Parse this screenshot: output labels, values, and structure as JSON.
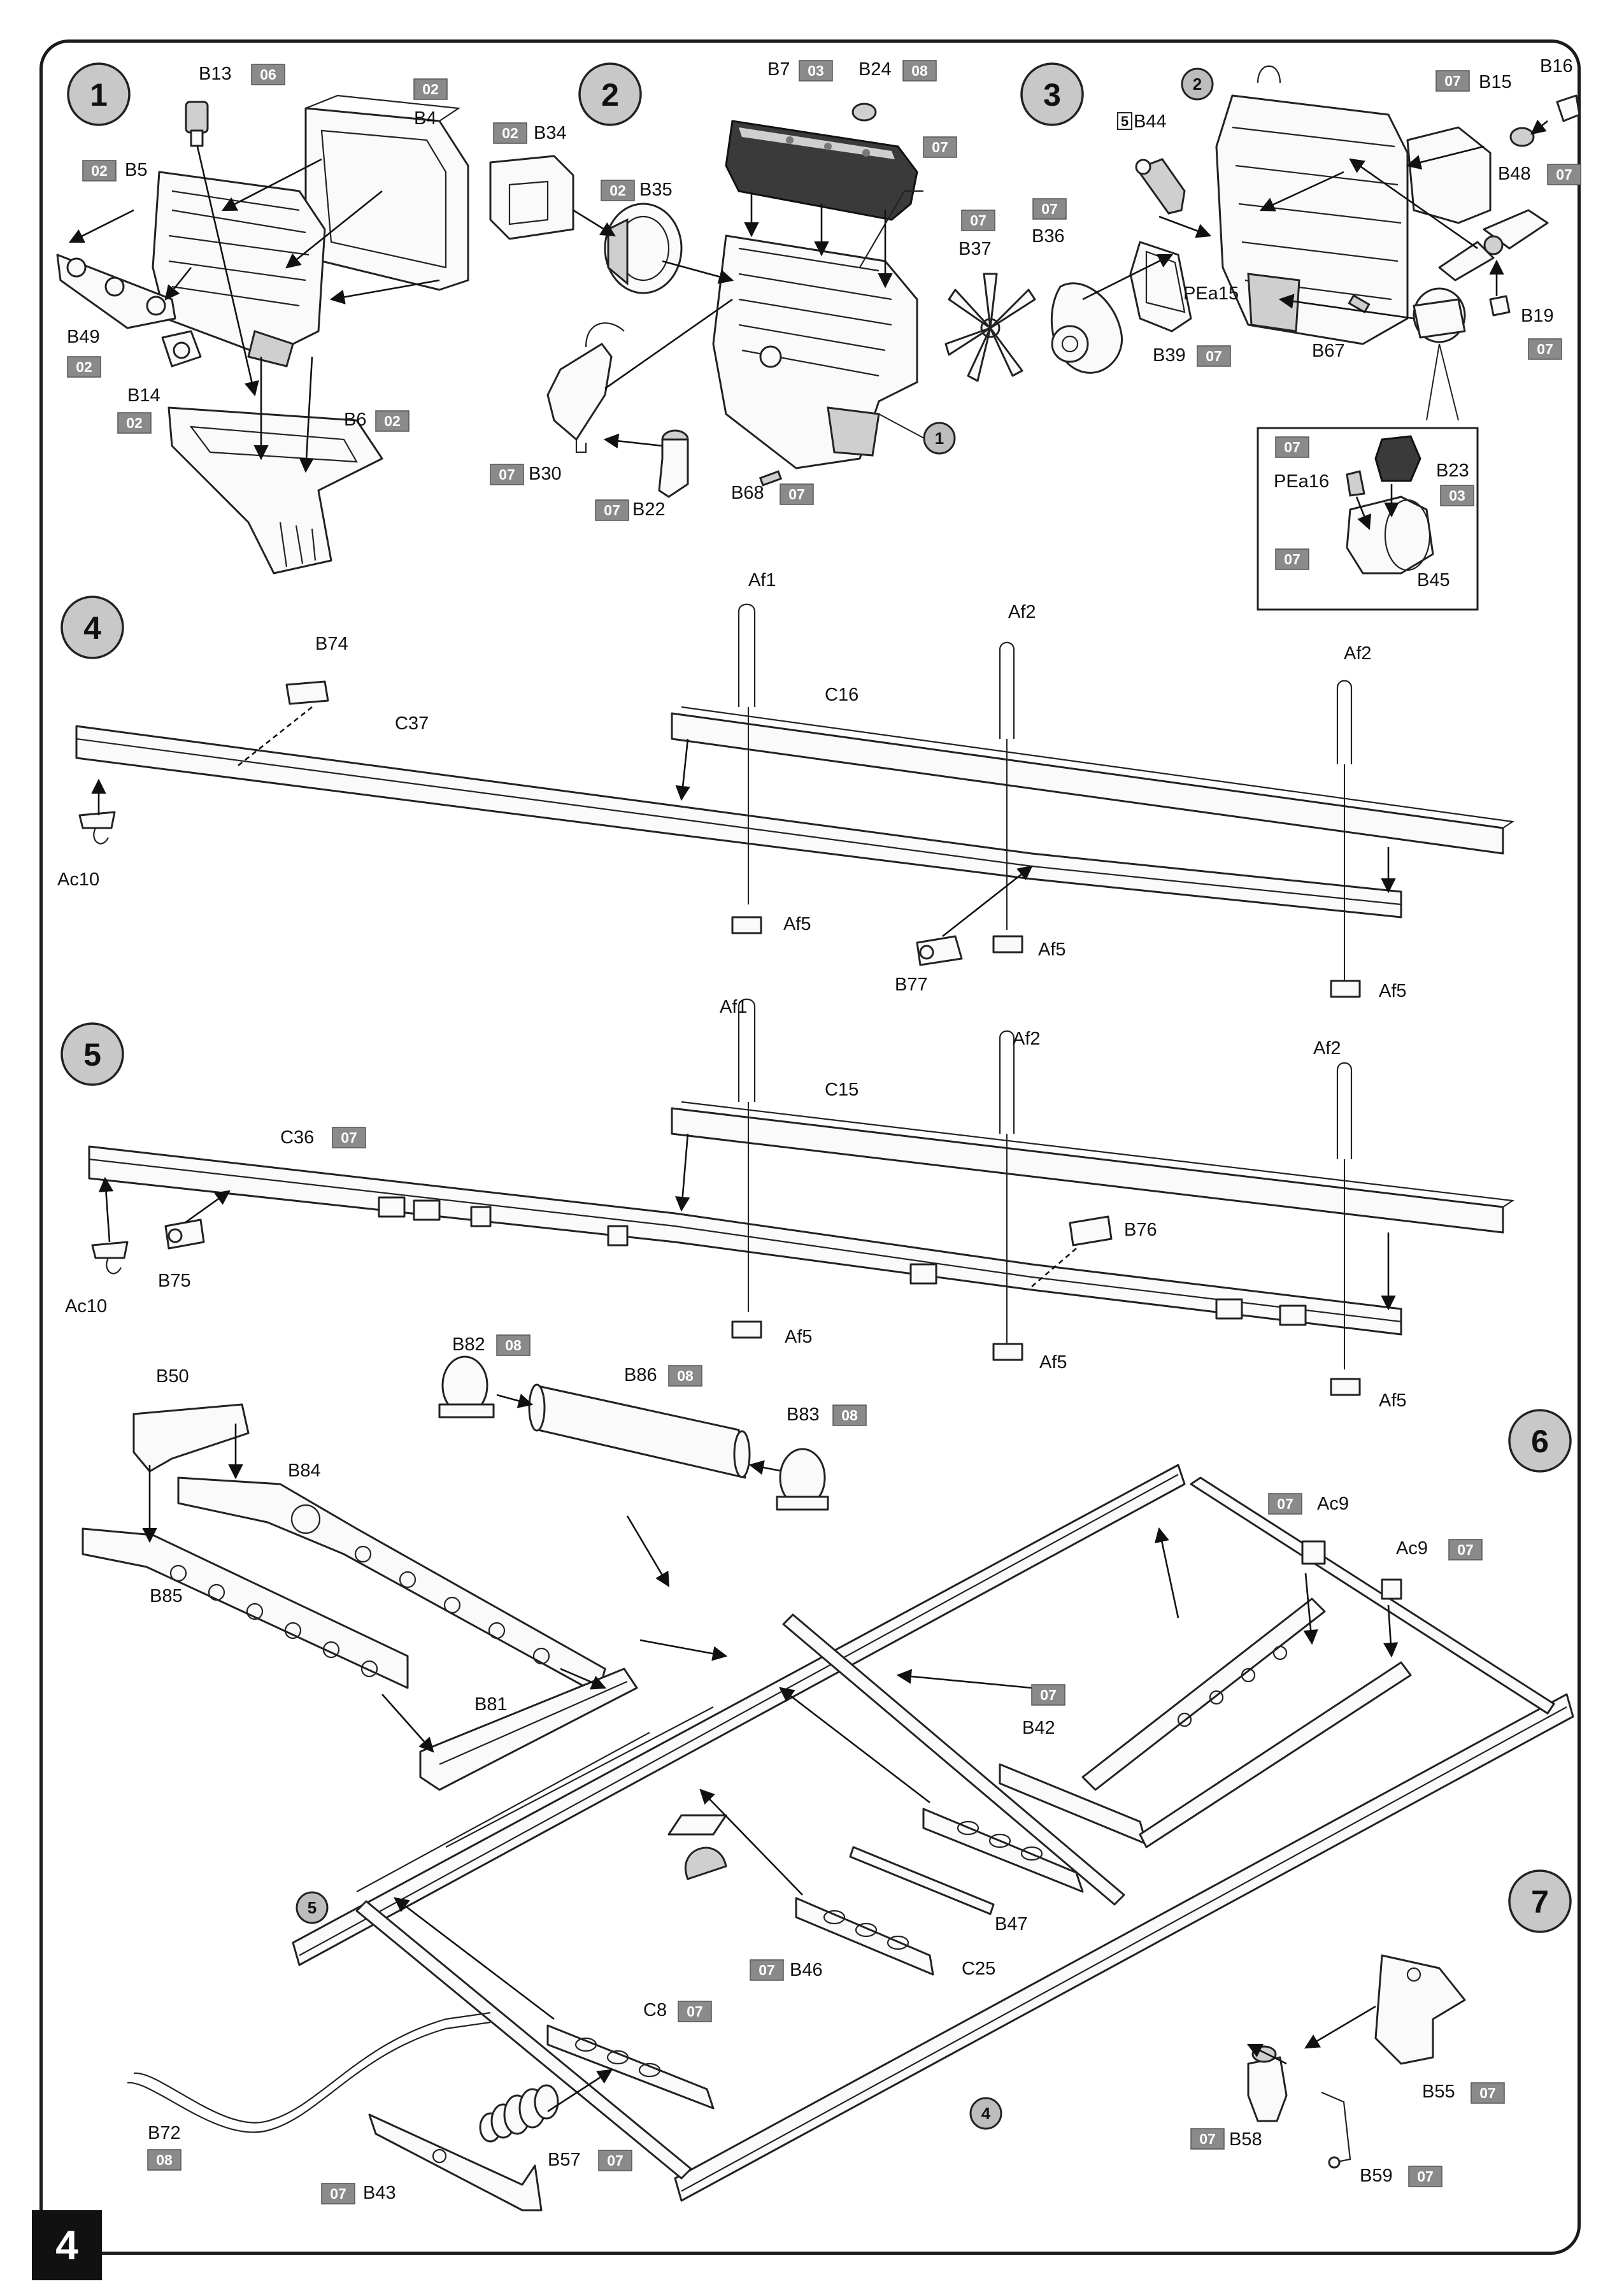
{
  "page_number": "4",
  "steps": [
    {
      "number": "1"
    },
    {
      "number": "2"
    },
    {
      "number": "3"
    },
    {
      "number": "4"
    },
    {
      "number": "5"
    },
    {
      "number": "6"
    },
    {
      "number": "7"
    }
  ],
  "ref_markers": {
    "s2_ref1": "1",
    "s3_ref2": "2",
    "s6_ref5": "5",
    "s6_ref4": "4"
  },
  "labels": {
    "B13": "B13",
    "B4": "B4",
    "B5": "B5",
    "B49": "B49",
    "B14": "B14",
    "B6": "B6",
    "B34": "B34",
    "B35": "B35",
    "B30": "B30",
    "B22": "B22",
    "B7": "B7",
    "B24": "B24",
    "B68": "B68",
    "B44": "B44",
    "B37": "B37",
    "B36": "B36",
    "B39": "B39",
    "B67": "B67",
    "B15": "B15",
    "B16": "B16",
    "B48": "B48",
    "B19": "B19",
    "PEa16": "PEa16",
    "B23": "B23",
    "B45": "B45",
    "PEa15": "PEa15",
    "B74": "B74",
    "C37": "C37",
    "Ac10_a": "Ac10",
    "Af1_a": "Af1",
    "C16": "C16",
    "Af2_a": "Af2",
    "Af2_b": "Af2",
    "Af5_a": "Af5",
    "B77": "B77",
    "Af5_b": "Af5",
    "Af5_c": "Af5",
    "Af1_b": "Af1",
    "C15": "C15",
    "Af2_c": "Af2",
    "Af2_d": "Af2",
    "C36": "C36",
    "Ac10_b": "Ac10",
    "B75": "B75",
    "B76": "B76",
    "Af5_d": "Af5",
    "Af5_e": "Af5",
    "Af5_f": "Af5",
    "B82": "B82",
    "B86": "B86",
    "B83": "B83",
    "B50": "B50",
    "B84": "B84",
    "B85": "B85",
    "B81": "B81",
    "Ac9_a": "Ac9",
    "Ac9_b": "Ac9",
    "B42": "B42",
    "B47": "B47",
    "C25": "C25",
    "B46": "B46",
    "C8": "C8",
    "B72": "B72",
    "B43": "B43",
    "B57": "B57",
    "B55": "B55",
    "B58": "B58",
    "B59": "B59"
  },
  "badges": {
    "b_B13": "06",
    "b_B4": "02",
    "b_B5": "02",
    "b_B49": "02",
    "b_B14": "02",
    "b_B6": "02",
    "b_B34": "02",
    "b_B35": "02",
    "b_B30": "07",
    "b_B22": "07",
    "b_B7": "03",
    "b_B24": "08",
    "b_cover": "07",
    "b_B68": "07",
    "b_B44": "5",
    "b_B36": "07",
    "b_B37": "07",
    "b_B39": "07",
    "b_B15": "07",
    "b_B48": "07",
    "b_B19": "07",
    "b_inset": "07",
    "b_B23": "03",
    "b_B45": "07",
    "b_C36": "07",
    "b_B82": "08",
    "b_B86": "08",
    "b_B83": "08",
    "b_Ac9_a": "07",
    "b_Ac9_b": "07",
    "b_B42": "07",
    "b_B46": "07",
    "b_C8": "07",
    "b_B72": "08",
    "b_B43": "07",
    "b_B57": "07",
    "b_B55": "07",
    "b_B58": "07",
    "b_B59": "07"
  }
}
